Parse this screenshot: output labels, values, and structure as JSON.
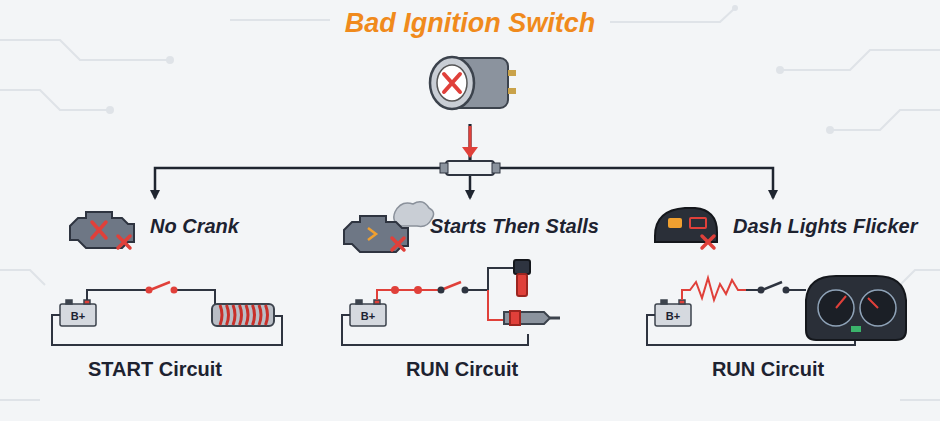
{
  "diagram": {
    "nodes": [
      {
        "text": [
          "Bad Ignition Switch"
        ]
      },
      {
        "text": [
          "No Crank"
        ]
      },
      {
        "text": [
          "Starts Then Stalls"
        ]
      },
      {
        "text": [
          "Dash Lights Flicker"
        ]
      }
    ],
    "edges": [
      {
        "from": 0,
        "to": 1,
        "arrow": "to"
      },
      {
        "from": 0,
        "to": 2,
        "arrow": "to"
      },
      {
        "from": 0,
        "to": 3,
        "arrow": "to"
      }
    ],
    "labels": [
      "B+",
      "START Circuit",
      "B+",
      "RUN Circuit",
      "B+",
      "RUN Circuit"
    ]
  }
}
